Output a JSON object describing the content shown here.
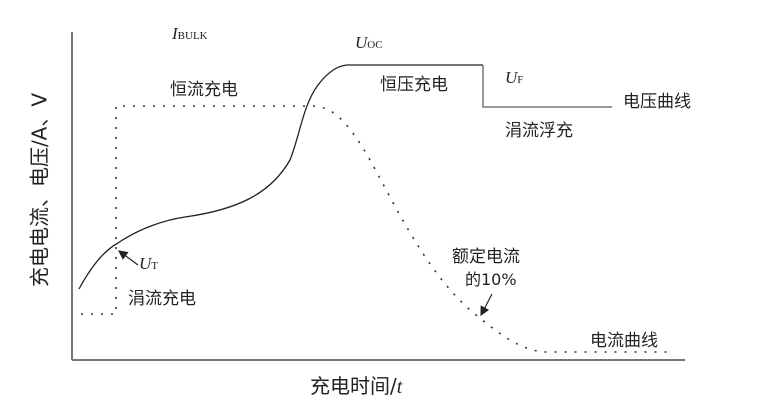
{
  "axes": {
    "y_label": "充电电流、电压/A、V",
    "x_label": "充电时间/",
    "x_label_var": "t"
  },
  "symbols": {
    "i_bulk": {
      "main": "I",
      "sub": "BULK"
    },
    "u_oc": {
      "main": "U",
      "sub": "OC"
    },
    "u_f": {
      "main": "U",
      "sub": "F"
    },
    "u_t": {
      "main": "U",
      "sub": "T"
    }
  },
  "labels": {
    "constant_current": "恒流充电",
    "constant_voltage": "恒压充电",
    "trickle_float": "涓流浮充",
    "voltage_curve": "电压曲线",
    "trickle_charge": "涓流充电",
    "rated_current": "额定电流",
    "rated_current_pct": "的10%",
    "current_curve": "电流曲线"
  },
  "colors": {
    "axis": "#777777",
    "curve": "#222222"
  }
}
